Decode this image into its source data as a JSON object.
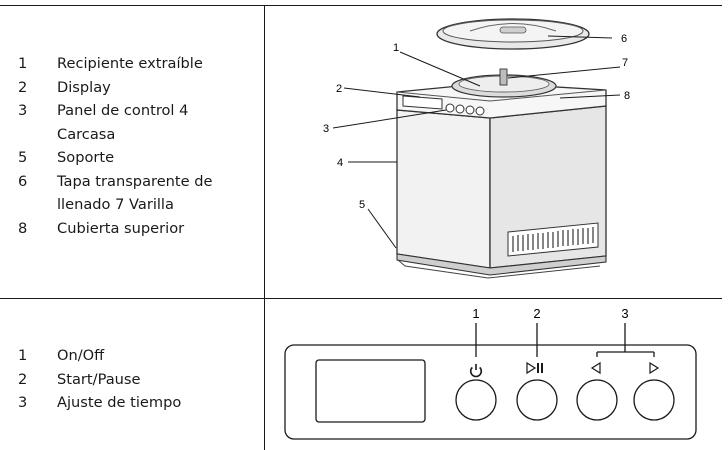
{
  "section1": {
    "legend": [
      {
        "num": "1",
        "lines": [
          "Recipiente extraíble"
        ]
      },
      {
        "num": "2",
        "lines": [
          "Display"
        ]
      },
      {
        "num": "3",
        "lines": [
          "Panel de control 4",
          "Carcasa"
        ]
      },
      {
        "num": "5",
        "lines": [
          "Soporte"
        ]
      },
      {
        "num": "6",
        "lines": [
          "Tapa transparente de",
          "llenado 7 Varilla"
        ]
      },
      {
        "num": "8",
        "lines": [
          "Cubierta superior"
        ]
      }
    ],
    "callouts": [
      "1",
      "2",
      "3",
      "4",
      "5",
      "6",
      "7",
      "8"
    ]
  },
  "section2": {
    "legend": [
      {
        "num": "1",
        "lines": [
          "On/Off"
        ]
      },
      {
        "num": "2",
        "lines": [
          "Start/Pause"
        ]
      },
      {
        "num": "3",
        "lines": [
          "Ajuste de tiempo"
        ]
      }
    ],
    "callouts": [
      "1",
      "2",
      "3"
    ],
    "icons": [
      "power-icon",
      "play-pause-icon",
      "triangle-left-icon",
      "triangle-right-icon"
    ]
  }
}
